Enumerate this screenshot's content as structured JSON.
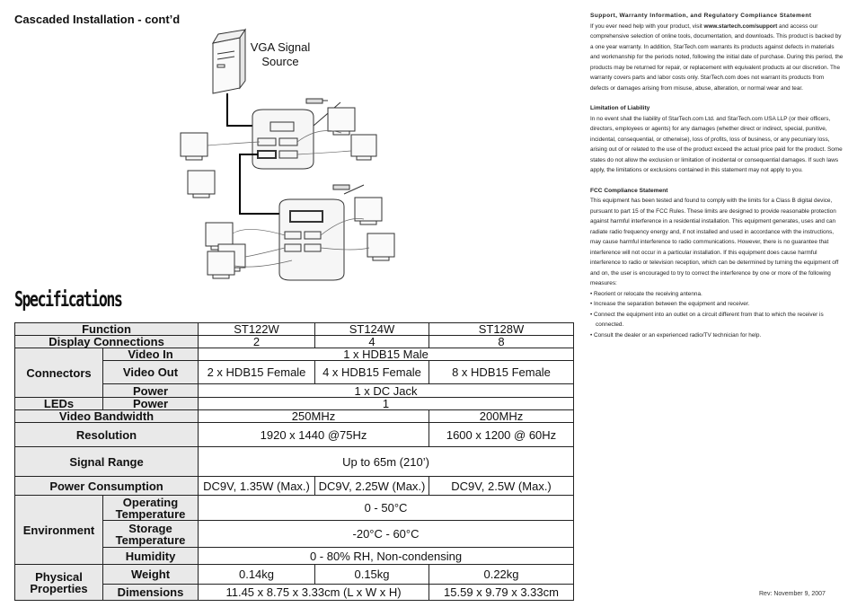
{
  "left": {
    "title": "Cascaded Installation - cont’d",
    "vga_label_1": "VGA Signal",
    "vga_label_2": "Source",
    "spec_heading": "Specifications"
  },
  "spec": {
    "function": "Function",
    "models": [
      "ST122W",
      "ST124W",
      "ST128W"
    ],
    "display_connections": "Display Connections",
    "display_values": [
      "2",
      "4",
      "8"
    ],
    "connectors": "Connectors",
    "video_in": "Video In",
    "video_in_value": "1 x HDB15 Male",
    "video_out": "Video Out",
    "video_out_values": [
      "2 x HDB15 Female",
      "4 x HDB15 Female",
      "8 x HDB15 Female"
    ],
    "power": "Power",
    "power_value": "1 x DC Jack",
    "leds": "LEDs",
    "leds_power": "Power",
    "leds_value": "1",
    "video_bandwidth": "Video Bandwidth",
    "bandwidth_values": [
      "250MHz",
      "200MHz"
    ],
    "resolution": "Resolution",
    "resolution_values": [
      "1920 x 1440 @75Hz",
      "1600 x 1200 @ 60Hz"
    ],
    "signal_range": "Signal Range",
    "signal_range_value": "Up to 65m (210’)",
    "power_consumption": "Power Consumption",
    "power_consumption_values": [
      "DC9V, 1.35W (Max.)",
      "DC9V, 2.25W (Max.)",
      "DC9V, 2.5W (Max.)"
    ],
    "environment": "Environment",
    "operating_1": "Operating",
    "operating_2": "Temperature",
    "operating_value": "0 - 50°C",
    "storage_1": "Storage",
    "storage_2": "Temperature",
    "storage_value": "-20°C - 60°C",
    "humidity": "Humidity",
    "humidity_value": "0 - 80% RH, Non-condensing",
    "physical_1": "Physical",
    "physical_2": "Properties",
    "weight": "Weight",
    "weight_values": [
      "0.14kg",
      "0.15kg",
      "0.22kg"
    ],
    "dimensions": "Dimensions",
    "dimensions_values": [
      "11.45 x 8.75 x 3.33cm (L x W x H)",
      "15.59 x 9.79 x 3.33cm"
    ]
  },
  "right": {
    "support_title": "Support, Warranty Information, and Regulatory Compliance Statement",
    "support_pre": "If you ever need help with your product, visit ",
    "support_link": "www.startech.com/support",
    "support_post": " and access our comprehensive selection of online tools, documentation, and downloads. This product is backed by a one year warranty. In addition, StarTech.com warrants its products against defects in materials and workmanship for the periods noted, following the initial date of purchase. During this period, the products may be returned for repair, or replacement with equivalent products at our discretion. The warranty covers parts and labor costs only. StarTech.com does not warrant its products from defects or damages arising from misuse, abuse, alteration, or normal wear and tear.",
    "liability_title": "Limitation of Liability",
    "liability_text": "In no event shall the liability of StarTech.com Ltd. and StarTech.com USA LLP (or their officers, directors, employees or agents) for any damages (whether direct or indirect, special, punitive, incidental, consequential, or otherwise), loss of profits, loss of business, or any pecuniary loss, arising out of or related to the use of the product exceed the actual price paid for the product. Some states do not allow the exclusion or limitation of incidental or consequential damages. If such laws apply, the limitations or exclusions contained in this statement may not apply to you.",
    "fcc_title": "FCC Compliance Statement",
    "fcc_text": "This equipment has been tested and found to comply with the limits for a Class B digital device, pursuant to part 15 of the FCC Rules. These limits are designed to provide reasonable protection against harmful interference in a residential installation. This equipment generates, uses and can radiate radio frequency energy and, if not installed and used in accordance with the instructions, may cause harmful interference to radio communications. However, there is no guarantee that interference will not occur in a particular installation. If this equipment does cause harmful interference to radio or television reception, which can be determined by turning the equipment off and on, the user is encouraged to try to correct the interference by one or more of the following measures:",
    "fcc_bullets": [
      "• Reorient or relocate the receiving antenna.",
      "• Increase the separation between the equipment and receiver.",
      "• Connect the equipment into an outlet on a circuit different from that to which the receiver is connected.",
      "• Consult the dealer or an experienced radio/TV technician for help."
    ],
    "revision": "Rev: November 9, 2007"
  }
}
